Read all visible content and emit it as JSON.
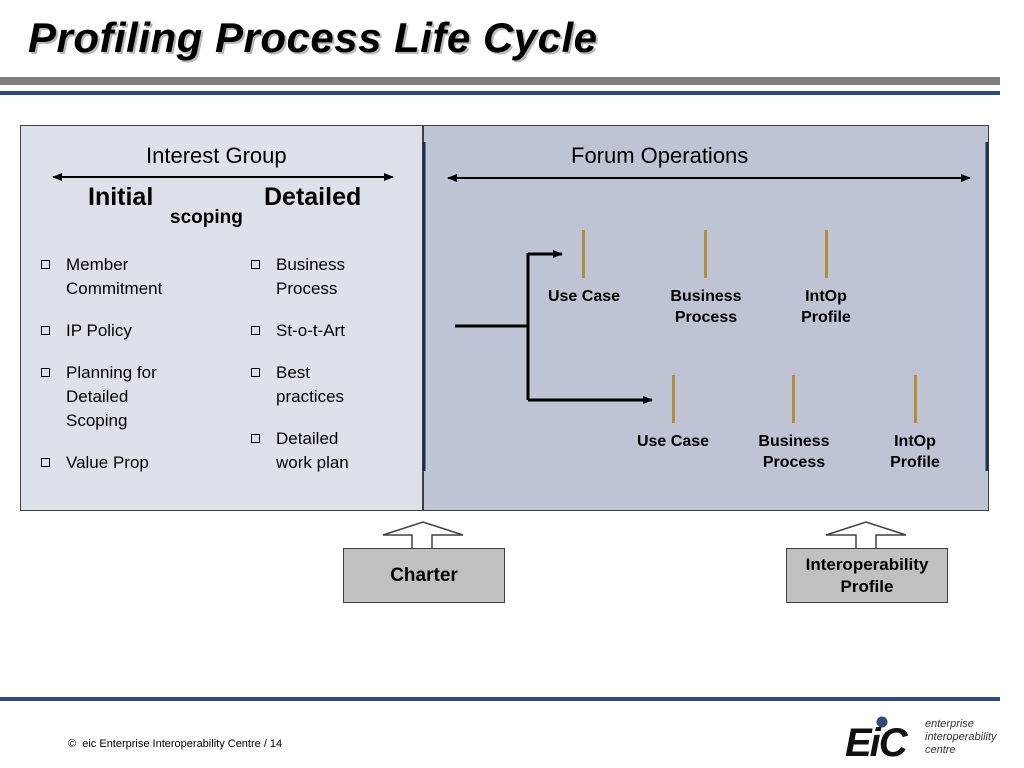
{
  "title": "Profiling Process Life Cycle",
  "left_panel": {
    "header": "Interest Group",
    "phase_initial": "Initial",
    "phase_connector": "scoping",
    "phase_detailed": "Detailed",
    "col1": [
      "Member Commitment",
      "IP Policy",
      "Planning for Detailed Scoping",
      "Value Prop"
    ],
    "col2": [
      "Business Process",
      "St-o-t-Art",
      "Best practices",
      "Detailed work plan"
    ]
  },
  "right_panel": {
    "header": "Forum Operations",
    "row1": [
      "Use Case",
      "Business Process",
      "IntOp Profile"
    ],
    "row2": [
      "Use Case",
      "Business Process",
      "IntOp Profile"
    ]
  },
  "inputs": {
    "charter": "Charter",
    "interop_profile": "Interoperability Profile"
  },
  "footer": {
    "copyright_symbol": "©",
    "text": "eic Enterprise Interoperability Centre / 14"
  },
  "logo": {
    "mark": "EiC",
    "line1": "enterprise",
    "line2": "interoperability",
    "line3": "centre"
  },
  "colors": {
    "left_panel_bg": "#dde1ea",
    "right_panel_bg": "#bfc4d4",
    "accent_blue": "#2f4a7f",
    "gold_bar": "#b08d3a",
    "box_gray": "#c0c0c0"
  }
}
